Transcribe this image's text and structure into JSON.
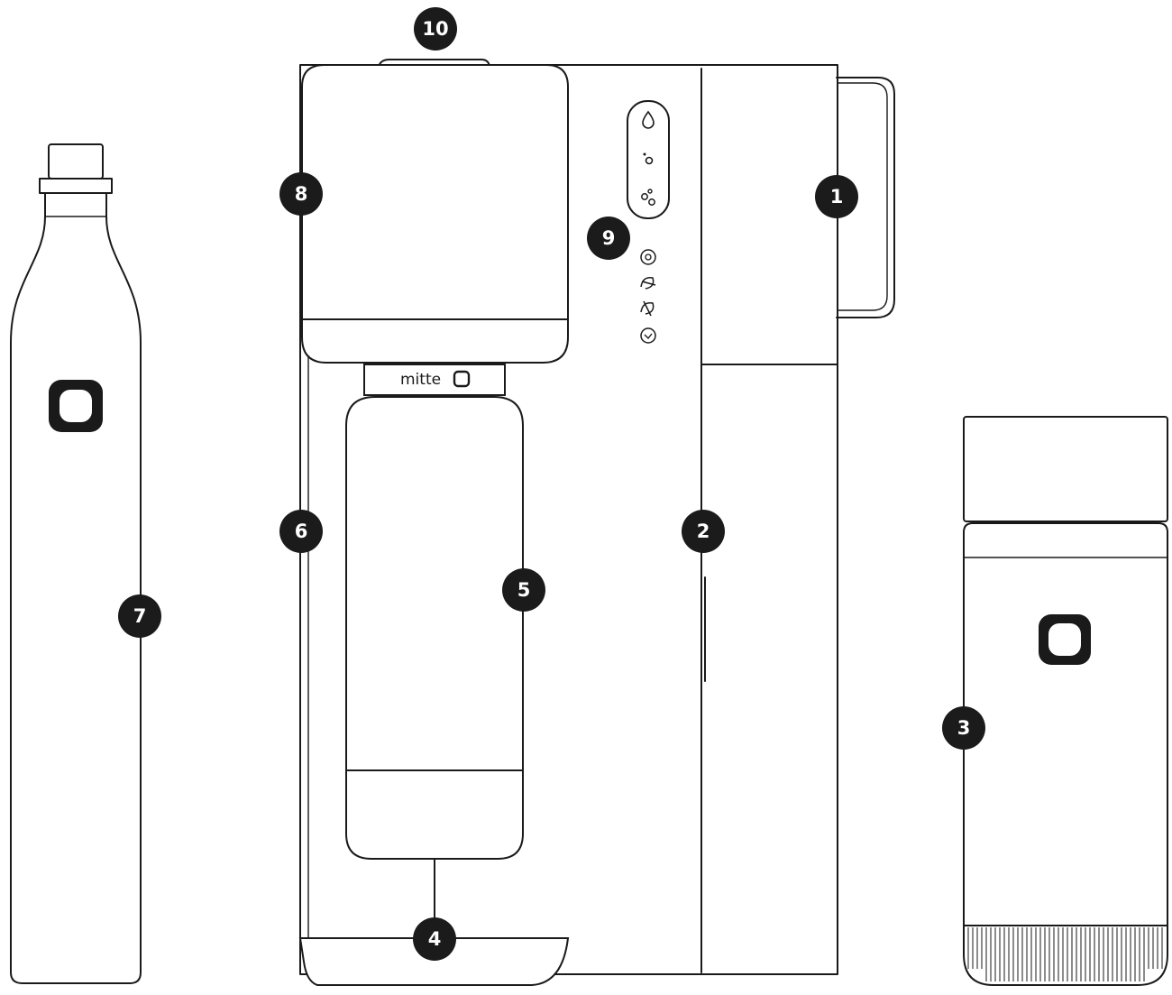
{
  "brand_label": "mitte",
  "callouts": {
    "c1": "1",
    "c2": "2",
    "c3": "3",
    "c4": "4",
    "c5": "5",
    "c6": "6",
    "c7": "7",
    "c8": "8",
    "c9": "9",
    "c10": "10"
  },
  "colors": {
    "line": "#1a1a1a",
    "callout_bg": "#1b1b1b",
    "callout_text": "#ffffff",
    "background": "#ffffff"
  },
  "icons": [
    "drop-icon",
    "bubble-single-icon",
    "bubbles-multi-icon",
    "mode-icon-1",
    "mode-icon-2",
    "mode-icon-3",
    "mode-icon-4",
    "logo-mark-icon"
  ]
}
